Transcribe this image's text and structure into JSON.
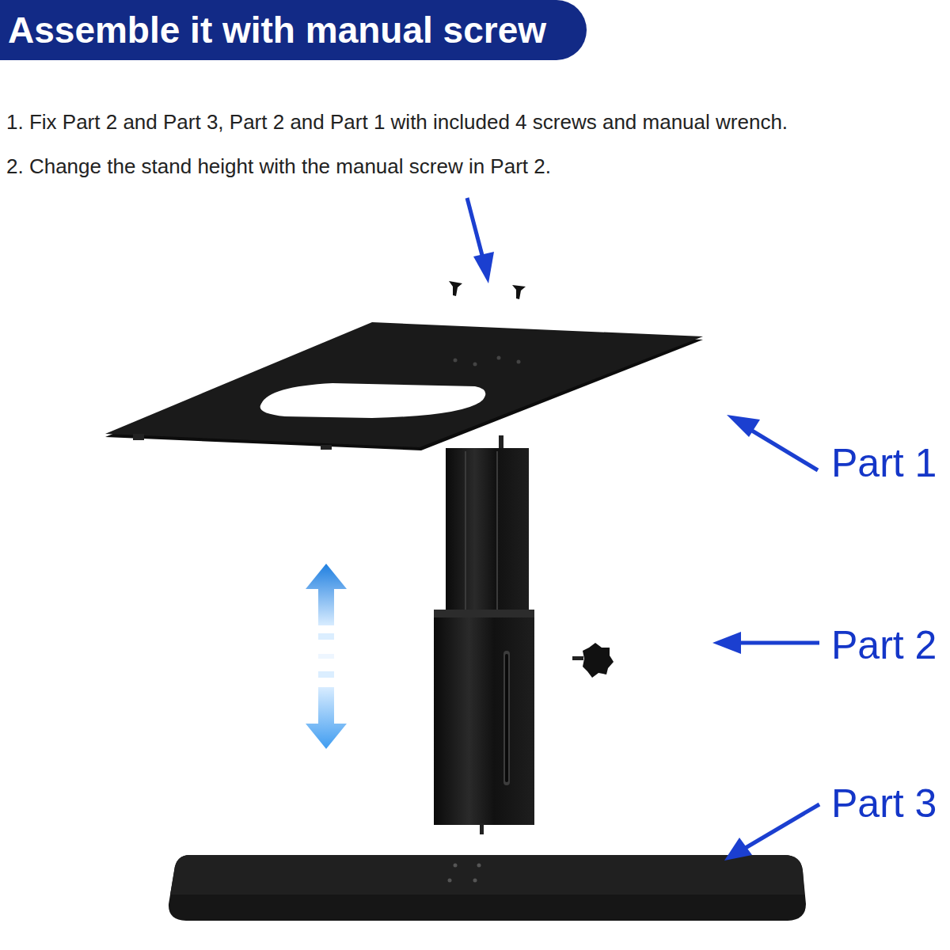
{
  "diagram": {
    "title": "Assemble it with manual screw",
    "labels": [
      "1. Fix Part 2 and Part 3, Part 2 and Part 1 with included 4 screws and manual wrench.",
      "2. Change the stand height with the manual screw in Part 2.",
      "Part 1",
      "Part 2",
      "Part 3"
    ]
  }
}
